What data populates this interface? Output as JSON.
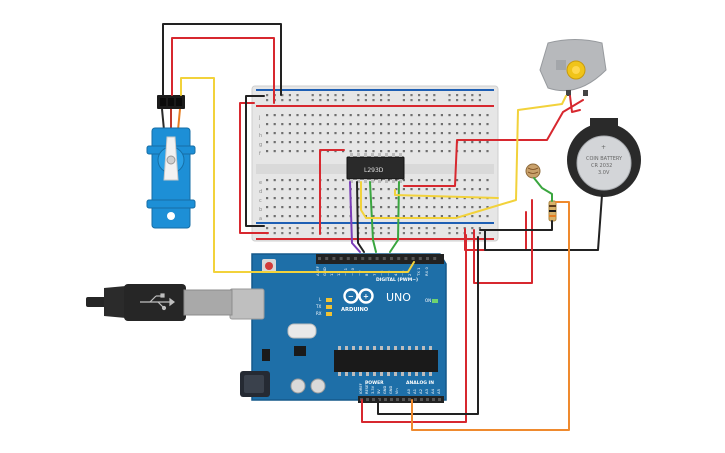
{
  "arduino": {
    "brand": "ARDUINO",
    "model": "UNO",
    "digital_label": "DIGITAL (PWM~)",
    "power_label": "POWER",
    "analog_label": "ANALOG IN",
    "tx_label": "TX",
    "rx_label": "RX",
    "l_label": "L",
    "on_label": "ON",
    "digital_pins": [
      "AREF",
      "GND",
      "13",
      "12",
      "~11",
      "~10",
      "~9",
      "8",
      "7",
      "~6",
      "~5",
      "4",
      "~3",
      "2",
      "TX 1",
      "RX 0"
    ],
    "power_pins": [
      "IOREF",
      "RESET",
      "3.3V",
      "5V",
      "GND",
      "GND",
      "Vin"
    ],
    "analog_pins": [
      "A0",
      "A1",
      "A2",
      "A3",
      "A4",
      "A5"
    ]
  },
  "breadboard": {
    "row_letters_top": [
      "j",
      "i",
      "h",
      "g",
      "f"
    ],
    "row_letters_bottom": [
      "e",
      "d",
      "c",
      "b",
      "a"
    ]
  },
  "chip": {
    "label": "L293D"
  },
  "battery": {
    "plus": "+",
    "line1": "COIN BATTERY",
    "line2": "CR 2032",
    "line3": "3.0V"
  },
  "colors": {
    "wire_red": "#d7282f",
    "wire_black": "#222222",
    "wire_yellow": "#f2d23b",
    "wire_green": "#3aa63f",
    "wire_purple": "#7a3db8",
    "wire_orange": "#ef8a2e",
    "board_blue": "#1e6fa8",
    "servo_blue": "#1d8fd6"
  }
}
